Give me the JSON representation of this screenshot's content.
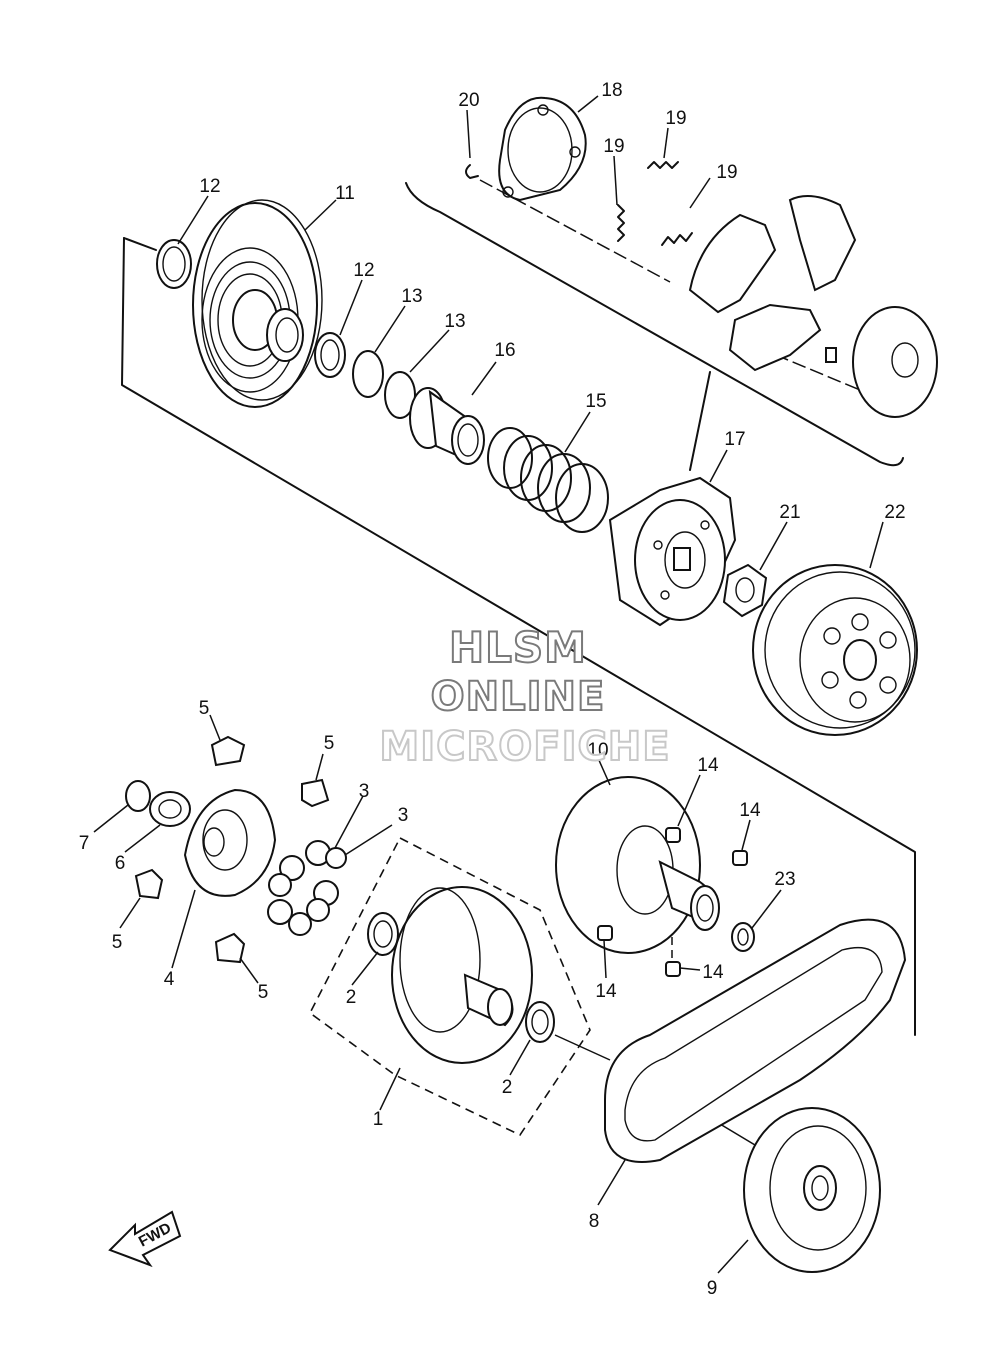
{
  "watermark": {
    "line1": "HLSM",
    "line2": "ONLINE",
    "line3": "MICROFICHE"
  },
  "fwd_label": "FWD",
  "callouts": [
    "1",
    "2",
    "2",
    "3",
    "3",
    "4",
    "5",
    "5",
    "5",
    "5",
    "6",
    "7",
    "8",
    "9",
    "10",
    "11",
    "12",
    "12",
    "13",
    "13",
    "14",
    "14",
    "14",
    "14",
    "15",
    "16",
    "17",
    "18",
    "19",
    "19",
    "19",
    "20",
    "21",
    "22",
    "23"
  ]
}
